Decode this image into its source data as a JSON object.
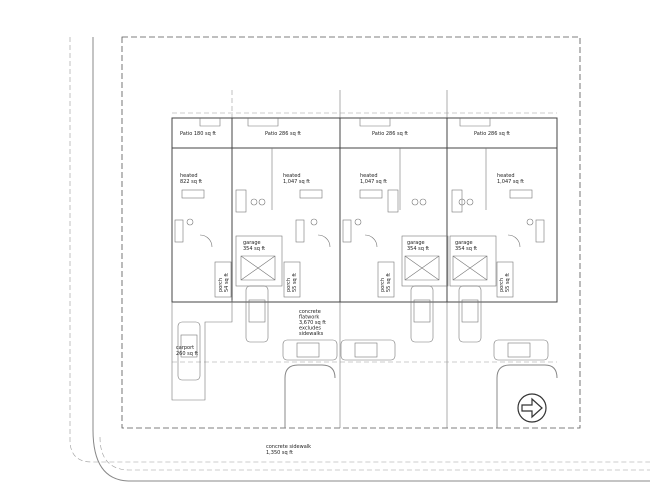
{
  "patios": [
    "Patio 180 sq ft",
    "Patio 286 sq ft",
    "Patio 286 sq ft",
    "Patio 286 sq ft"
  ],
  "heated": [
    {
      "label": "heated",
      "area": "822 sq ft"
    },
    {
      "label": "heated",
      "area": "1,047 sq ft"
    },
    {
      "label": "heated",
      "area": "1,047 sq ft"
    },
    {
      "label": "heated",
      "area": "1,047 sq ft"
    }
  ],
  "garages": [
    {
      "label": "garage",
      "area": "354 sq ft"
    },
    {
      "label": "garage",
      "area": "354 sq ft"
    },
    {
      "label": "garage",
      "area": "354 sq ft"
    }
  ],
  "porches": [
    {
      "label": "porch",
      "area": "54 sq ft"
    },
    {
      "label": "porch",
      "area": "55 sq ft"
    },
    {
      "label": "porch",
      "area": "55 sq ft"
    },
    {
      "label": "porch",
      "area": "55 sq ft"
    }
  ],
  "carport": {
    "label": "carport",
    "area": "260 sq ft"
  },
  "flatwork": {
    "line1": "concrete",
    "line2": "flatwork",
    "line3": "3,670 sq ft",
    "line4": "excludes",
    "line5": "sidewalks"
  },
  "sidewalk": {
    "line1": "concrete sidewalk",
    "line2": "1,350 sq ft"
  },
  "north_arrow_icon": "arrow-right-circle-icon"
}
